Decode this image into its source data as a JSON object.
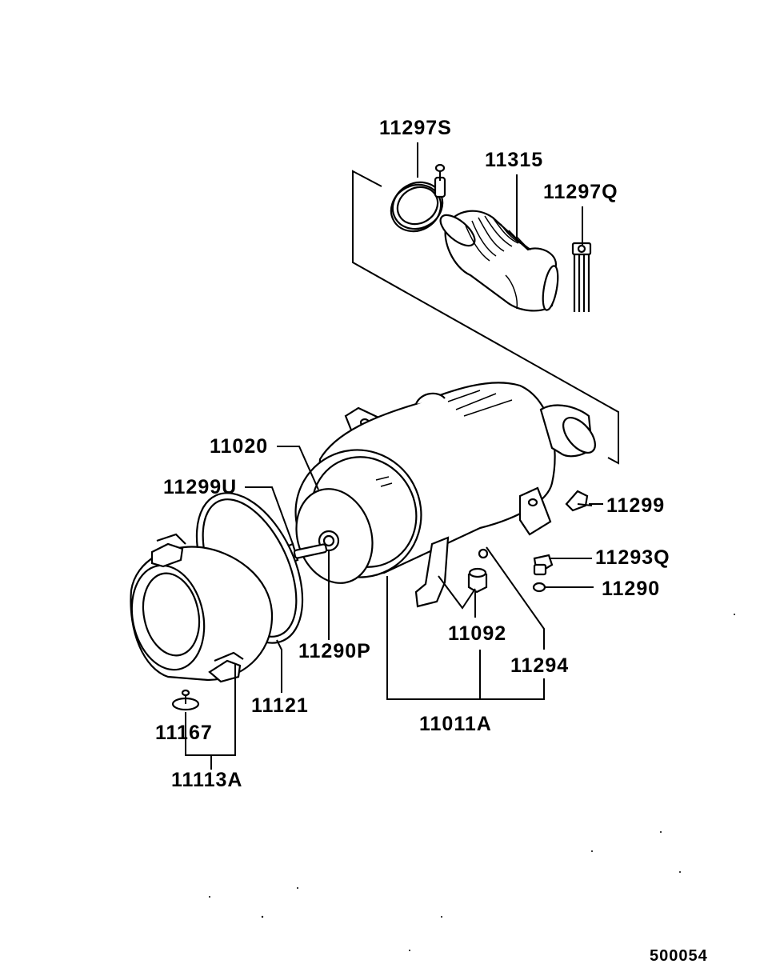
{
  "labels": {
    "p11297S": "11297S",
    "p11315": "11315",
    "p11297Q": "11297Q",
    "p11020": "11020",
    "p11299U": "11299U",
    "p11299": "11299",
    "p11293Q": "11293Q",
    "p11290": "11290",
    "p11290P": "11290P",
    "p11092": "11092",
    "p11294": "11294",
    "p11121": "11121",
    "p11167": "11167",
    "p11011A": "11011A",
    "p11113A": "11113A"
  },
  "diagram_number": "500054"
}
